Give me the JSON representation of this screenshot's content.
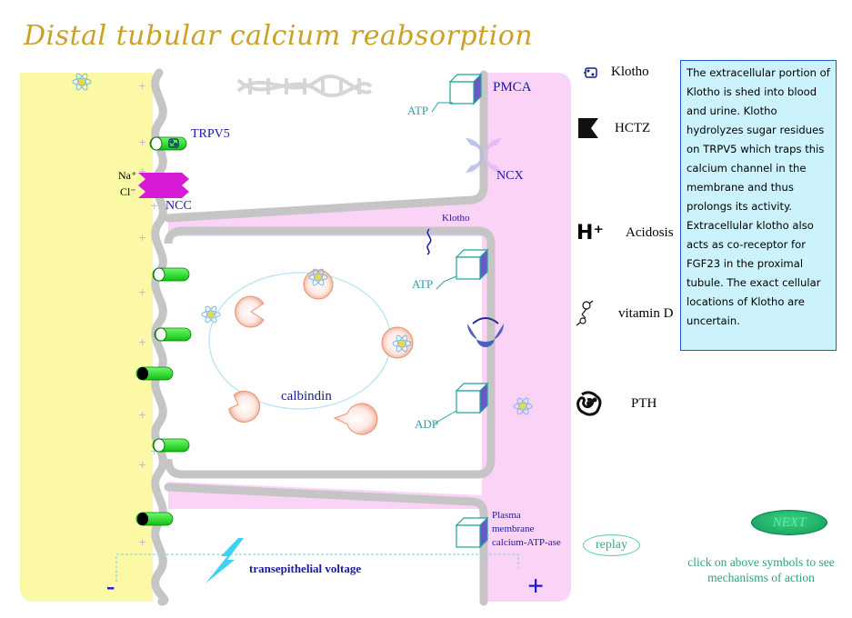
{
  "title": "Distal tubular calcium reabsorption",
  "labels": {
    "pmca": "PMCA",
    "atp_top": "ATP",
    "trpv5": "TRPV5",
    "ncx": "NCX",
    "na": "Na⁺",
    "cl": "Cl⁻",
    "ncc": "NCC",
    "klotho_membrane": "Klotho",
    "atp_mid": "ATP",
    "calbindin": "calbindin",
    "adp": "ADP",
    "plasma_line1": "Plasma",
    "plasma_line2": "membrane",
    "plasma_line3": "calcium-ATP-ase",
    "voltage": "transepithelial voltage",
    "minus": "-",
    "plus": "+"
  },
  "legend": {
    "klotho": "Klotho",
    "hctz": "HCTZ",
    "acidosis": "Acidosis",
    "acidosis_symbol": "H⁺",
    "vitamin_d": "vitamin D",
    "pth": "PTH"
  },
  "info_text": "The extracellular portion of Klotho is shed into blood and urine.  Klotho hydrolyzes sugar residues on TRPV5 which traps this calcium channel in the membrane and thus prolongs its activity.  Extracellular klotho also acts as co-receptor for FGF23 in the proximal tubule. The exact cellular locations of Klotho are uncertain.",
  "buttons": {
    "next": "NEXT",
    "replay": "replay"
  },
  "hint": "click on above symbols to see mechanisms of action",
  "colors": {
    "lumen": "#fbf8a6",
    "interstitium": "#fbd3f7",
    "membrane": "#c8c8c8",
    "channel": "#22dd22",
    "title": "#c9a227",
    "label_blue": "#1a1aa0",
    "atp_teal": "#2a9ca3"
  }
}
